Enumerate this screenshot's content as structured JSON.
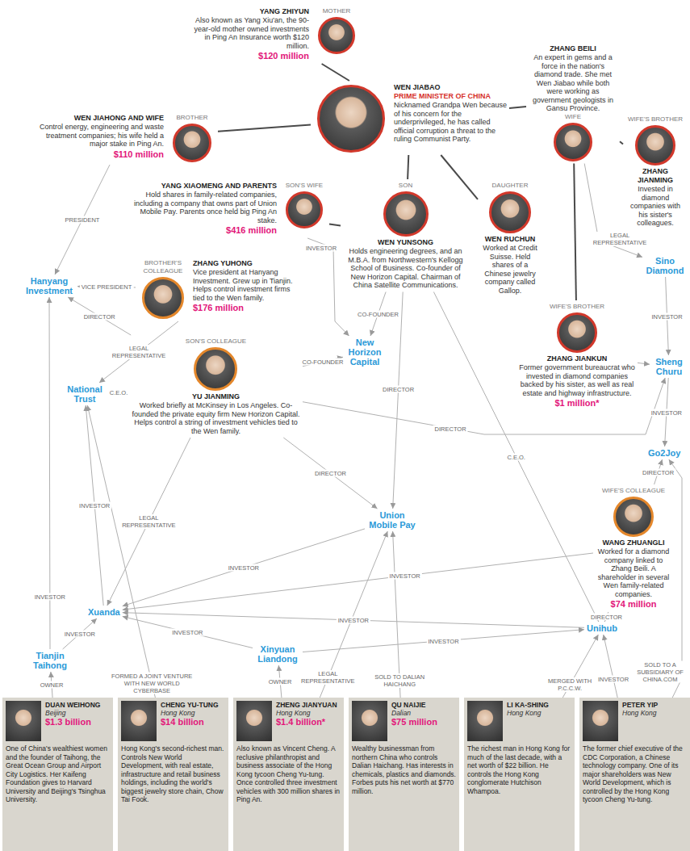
{
  "diagram": {
    "nodes": [
      {
        "text": [
          "MOTHER",
          "YANG ZHIYUN",
          "Also known as Yang Xiu'an, the 90-year-old mother owned investments in Ping An Insurance worth $120 million.",
          "$120 million"
        ]
      },
      {
        "text": [
          "WEN JIABAO",
          "PRIME MINISTER OF CHINA",
          "Nicknamed Grandpa Wen because of his concern for the underprivileged, he has called official corruption a threat to the ruling Communist Party."
        ]
      },
      {
        "text": [
          "ZHANG BEILI",
          "An expert in gems and a force in the nation's diamond trade. She met Wen Jiabao while both were working as government geologists in Gansu Province.",
          "WIFE"
        ]
      },
      {
        "text": [
          "BROTHER",
          "WEN JIAHONG AND WIFE",
          "Control energy, engineering and waste treatment companies; his wife held a major stake in Ping An.",
          "$110 million"
        ]
      },
      {
        "text": [
          "WIFE'S BROTHER",
          "ZHANG JIANMING",
          "Invested in diamond companies with his sister's colleagues."
        ]
      },
      {
        "text": [
          "SON'S WIFE",
          "YANG XIAOMENG AND PARENTS",
          "Hold shares in family-related companies, including a company that owns part of Union Mobile Pay. Parents once held big Ping An stake.",
          "$416 million"
        ]
      },
      {
        "text": [
          "SON",
          "WEN YUNSONG",
          "Holds engineering degrees, and an M.B.A. from Northwestern's Kellogg School of Business. Co-founder of New Horizon Capital. Chairman of China Satellite Communications."
        ]
      },
      {
        "text": [
          "DAUGHTER",
          "WEN RUCHUN",
          "Worked at Credit Suisse. Held shares of a Chinese jewelry company called Gallop."
        ]
      },
      {
        "text": [
          "Sino Diamond"
        ]
      },
      {
        "text": [
          "Hanyang Investment"
        ]
      },
      {
        "text": [
          "BROTHER'S COLLEAGUE",
          "ZHANG YUHONG",
          "Vice president at Hanyang Investment. Grew up in Tianjin. Helps control investment firms tied to the Wen family.",
          "$176 million"
        ]
      },
      {
        "text": [
          "WIFE'S BROTHER",
          "ZHANG JIANKUN",
          "Former government bureaucrat who invested in diamond companies backed by his sister, as well as real estate and highway infrastructure.",
          "$1 million*"
        ]
      },
      {
        "text": [
          "Sheng Churu"
        ]
      },
      {
        "text": [
          "National Trust"
        ]
      },
      {
        "text": [
          "SON'S COLLEAGUE",
          "YU JIANMING",
          "Worked briefly at McKinsey in Los Angeles. Co-founded the private equity firm New Horizon Capital. Helps control a string of investment vehicles tied to the Wen family."
        ]
      },
      {
        "text": [
          "New Horizon Capital"
        ]
      },
      {
        "text": [
          "Go2Joy"
        ]
      },
      {
        "text": [
          "WIFE'S COLLEAGUE",
          "WANG ZHUANGLI",
          "Worked for a diamond company linked to Zhang Beili. A shareholder in several Wen family-related companies.",
          "$74 million"
        ]
      },
      {
        "text": [
          "Union Mobile Pay"
        ]
      },
      {
        "text": [
          "Xuanda"
        ]
      },
      {
        "text": [
          "Unihub"
        ]
      },
      {
        "text": [
          "Tianjin Taihong"
        ]
      },
      {
        "text": [
          "Xinyuan Liandong"
        ]
      },
      {
        "text": [
          "DUAN WEIHONG",
          "Beijing",
          "$1.3 billion",
          "One of China's wealthiest women and the founder of Taihong, the Great Ocean Group and Airport City Logistics. Her Kaifeng Foundation gives to Harvard University and Beijing's Tsinghua University."
        ]
      },
      {
        "text": [
          "CHENG YU-TUNG",
          "Hong Kong",
          "$14 billion",
          "Hong Kong's second-richest man. Controls New World Development, with real estate, infrastructure and retail business holdings, including the world's biggest jewelry store chain, Chow Tai Fook."
        ]
      },
      {
        "text": [
          "ZHENG JIANYUAN",
          "Hong Kong",
          "$1.4 billion*",
          "Also known as Vincent Cheng. A reclusive philanthropist and business associate of the Hong Kong tycoon Cheng Yu-tung. Once controlled three investment vehicles with 300 million shares in Ping An."
        ]
      },
      {
        "text": [
          "QU NAIJIE",
          "Dalian",
          "$75 million",
          "Wealthy businessman from northern China who controls Dalian Haichang. Has interests in chemicals, plastics and diamonds. Forbes puts his net worth at $770 million."
        ]
      },
      {
        "text": [
          "LI KA-SHING",
          "Hong Kong",
          "The richest man in Hong Kong for much of the last decade, with a net worth of $22 billion. He controls the Hong Kong conglomerate Hutchison Whampoa."
        ]
      },
      {
        "text": [
          "PETER YIP",
          "Hong Kong",
          "The former chief executive of the CDC Corporation, a Chinese technology company. One of its major shareholders was New World Development, which is controlled by the Hong Kong tycoon Cheng Yu-tung."
        ]
      }
    ],
    "edges": [
      {
        "from": 0,
        "to": 1,
        "arrow": "none"
      },
      {
        "from": 1,
        "to": 3,
        "arrow": "none"
      },
      {
        "from": 1,
        "to": 2,
        "arrow": "none"
      },
      {
        "from": 2,
        "to": 4,
        "arrow": "none"
      },
      {
        "from": 1,
        "to": 6,
        "arrow": "none"
      },
      {
        "from": 1,
        "to": 7,
        "arrow": "none"
      },
      {
        "from": 6,
        "to": 5,
        "arrow": "none"
      },
      {
        "from": 2,
        "to": 11,
        "arrow": "none"
      },
      {
        "from": 3,
        "to": 9,
        "label": "PRESIDENT",
        "arrow": "to"
      },
      {
        "from": 10,
        "to": 9,
        "label": "VICE PRESIDENT",
        "arrow": "to"
      },
      {
        "from": 14,
        "to": 9,
        "label": "DIRECTOR",
        "arrow": "to"
      },
      {
        "from": 10,
        "to": 13,
        "label": "LEGAL REPRESENTATIVE",
        "arrow": "to"
      },
      {
        "from": 14,
        "to": 13,
        "label": "C.E.O.",
        "arrow": "to"
      },
      {
        "from": 14,
        "to": 15,
        "label": "CO-FOUNDER",
        "arrow": "to"
      },
      {
        "from": 6,
        "to": 15,
        "label": "CO-FOUNDER",
        "arrow": "to"
      },
      {
        "from": 5,
        "to": 15,
        "label": "INVESTOR",
        "arrow": "to"
      },
      {
        "from": 6,
        "to": 18,
        "label": "DIRECTOR",
        "arrow": "to"
      },
      {
        "from": 6,
        "to": 20,
        "label": "C.E.O.",
        "arrow": "to"
      },
      {
        "from": 14,
        "to": 18,
        "label": "DIRECTOR",
        "arrow": "to"
      },
      {
        "from": 2,
        "to": 8,
        "label": "LEGAL REPRESENTATIVE",
        "arrow": "to"
      },
      {
        "from": 11,
        "to": 12,
        "arrow": "to"
      },
      {
        "from": 8,
        "to": 12,
        "label": "INVESTOR",
        "arrow": "to"
      },
      {
        "from": 12,
        "to": 16,
        "label": "INVESTOR",
        "arrow": "to"
      },
      {
        "from": 14,
        "to": 12,
        "label": "DIRECTOR",
        "arrow": "to"
      },
      {
        "from": 17,
        "to": 16,
        "label": "DIRECTOR",
        "arrow": "to"
      },
      {
        "from": 17,
        "to": 20,
        "label": "DIRECTOR",
        "arrow": "to"
      },
      {
        "from": 17,
        "to": 19,
        "label": "INVESTOR",
        "arrow": "to"
      },
      {
        "from": 18,
        "to": 19,
        "label": "INVESTOR",
        "arrow": "to"
      },
      {
        "from": 20,
        "to": 19,
        "label": "INVESTOR",
        "arrow": "to"
      },
      {
        "from": 22,
        "to": 20,
        "label": "INVESTOR",
        "arrow": "to"
      },
      {
        "from": 22,
        "to": 19,
        "label": "INVESTOR",
        "arrow": "to"
      },
      {
        "from": 21,
        "to": 19,
        "label": "INVESTOR",
        "arrow": "to"
      },
      {
        "from": 21,
        "to": 9,
        "label": "INVESTOR",
        "arrow": "to"
      },
      {
        "from": 19,
        "to": 13,
        "label": "INVESTOR",
        "arrow": "to"
      },
      {
        "from": 14,
        "to": 19,
        "label": "LEGAL REPRESENTATIVE",
        "arrow": "to"
      },
      {
        "from": 23,
        "to": 21,
        "label": "OWNER",
        "arrow": "to"
      },
      {
        "from": 25,
        "to": 22,
        "label": "OWNER",
        "arrow": "to"
      },
      {
        "from": 25,
        "to": 18,
        "label": "LEGAL REPRESENTATIVE",
        "arrow": "to"
      },
      {
        "from": 26,
        "to": 18,
        "label": "SOLD TO DALIAN HAICHANG",
        "arrow": "to"
      },
      {
        "from": 24,
        "to": 13,
        "label": "FORMED A JOINT VENTURE WITH NEW WORLD CYBERBASE",
        "arrow": "to"
      },
      {
        "from": 27,
        "to": 20,
        "label": "MERGED WITH P.C.C.W.",
        "arrow": "to"
      },
      {
        "from": 28,
        "to": 20,
        "label": "INVESTOR",
        "arrow": "to"
      },
      {
        "from": 28,
        "to": 16,
        "label": "SOLD TO A SUBSIDIARY OF CHINA.COM",
        "arrow": "to"
      }
    ]
  }
}
